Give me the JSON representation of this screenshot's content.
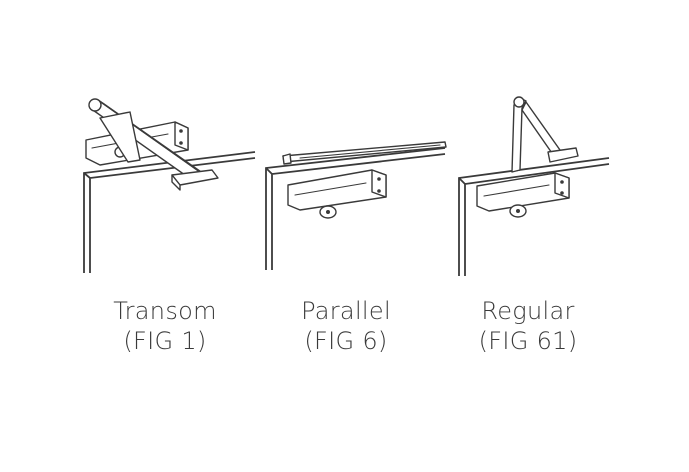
{
  "figures": [
    {
      "label": "Transom",
      "fig": "(FIG 1)"
    },
    {
      "label": "Parallel",
      "fig": "(FIG 6)"
    },
    {
      "label": "Regular",
      "fig": "(FIG 61)"
    }
  ],
  "colors": {
    "line": "#3a3a3a",
    "background": "#ffffff"
  }
}
